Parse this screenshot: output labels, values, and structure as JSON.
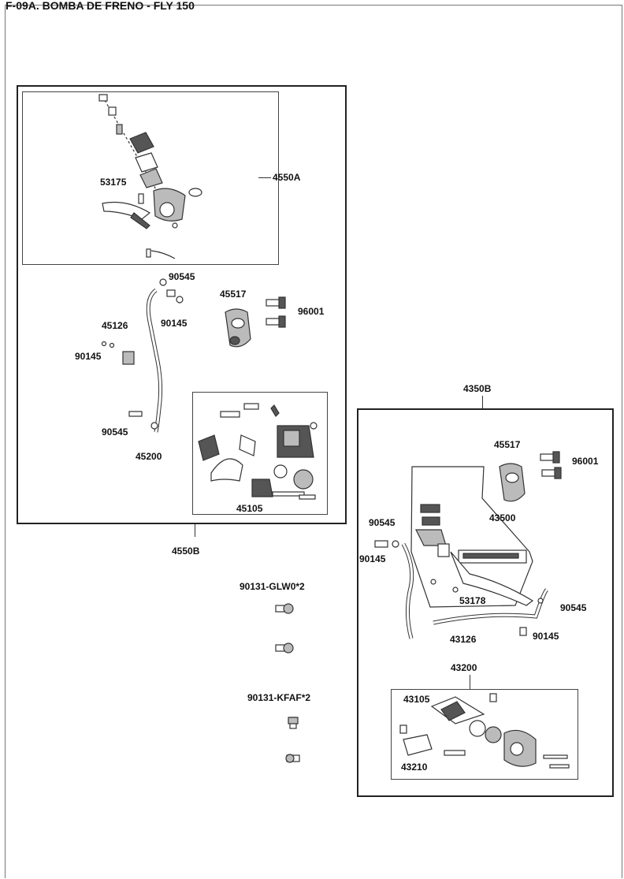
{
  "header": {
    "title": "F-09A. BOMBA DE FRENO - FLY 150"
  },
  "labels": {
    "p4550A": "4550A",
    "p53175": "53175",
    "p90545_top": "90545",
    "p45517_left": "45517",
    "p96001_left": "96001",
    "p90145_a": "90145",
    "p45126": "45126",
    "p90145_b": "90145",
    "p90545_mid": "90545",
    "p45200": "45200",
    "p45105": "45105",
    "p4550B": "4550B",
    "p4350B": "4350B",
    "p45517_right": "45517",
    "p96001_right": "96001",
    "p43500": "43500",
    "p90545_right_a": "90545",
    "p90145_right_a": "90145",
    "p53178": "53178",
    "p90545_right_b": "90545",
    "p43126": "43126",
    "p90145_right_b": "90145",
    "p43200": "43200",
    "p43105": "43105",
    "p43210": "43210",
    "p90131_glw0": "90131-GLW0*2",
    "p90131_kfaf": "90131-KFAF*2"
  }
}
